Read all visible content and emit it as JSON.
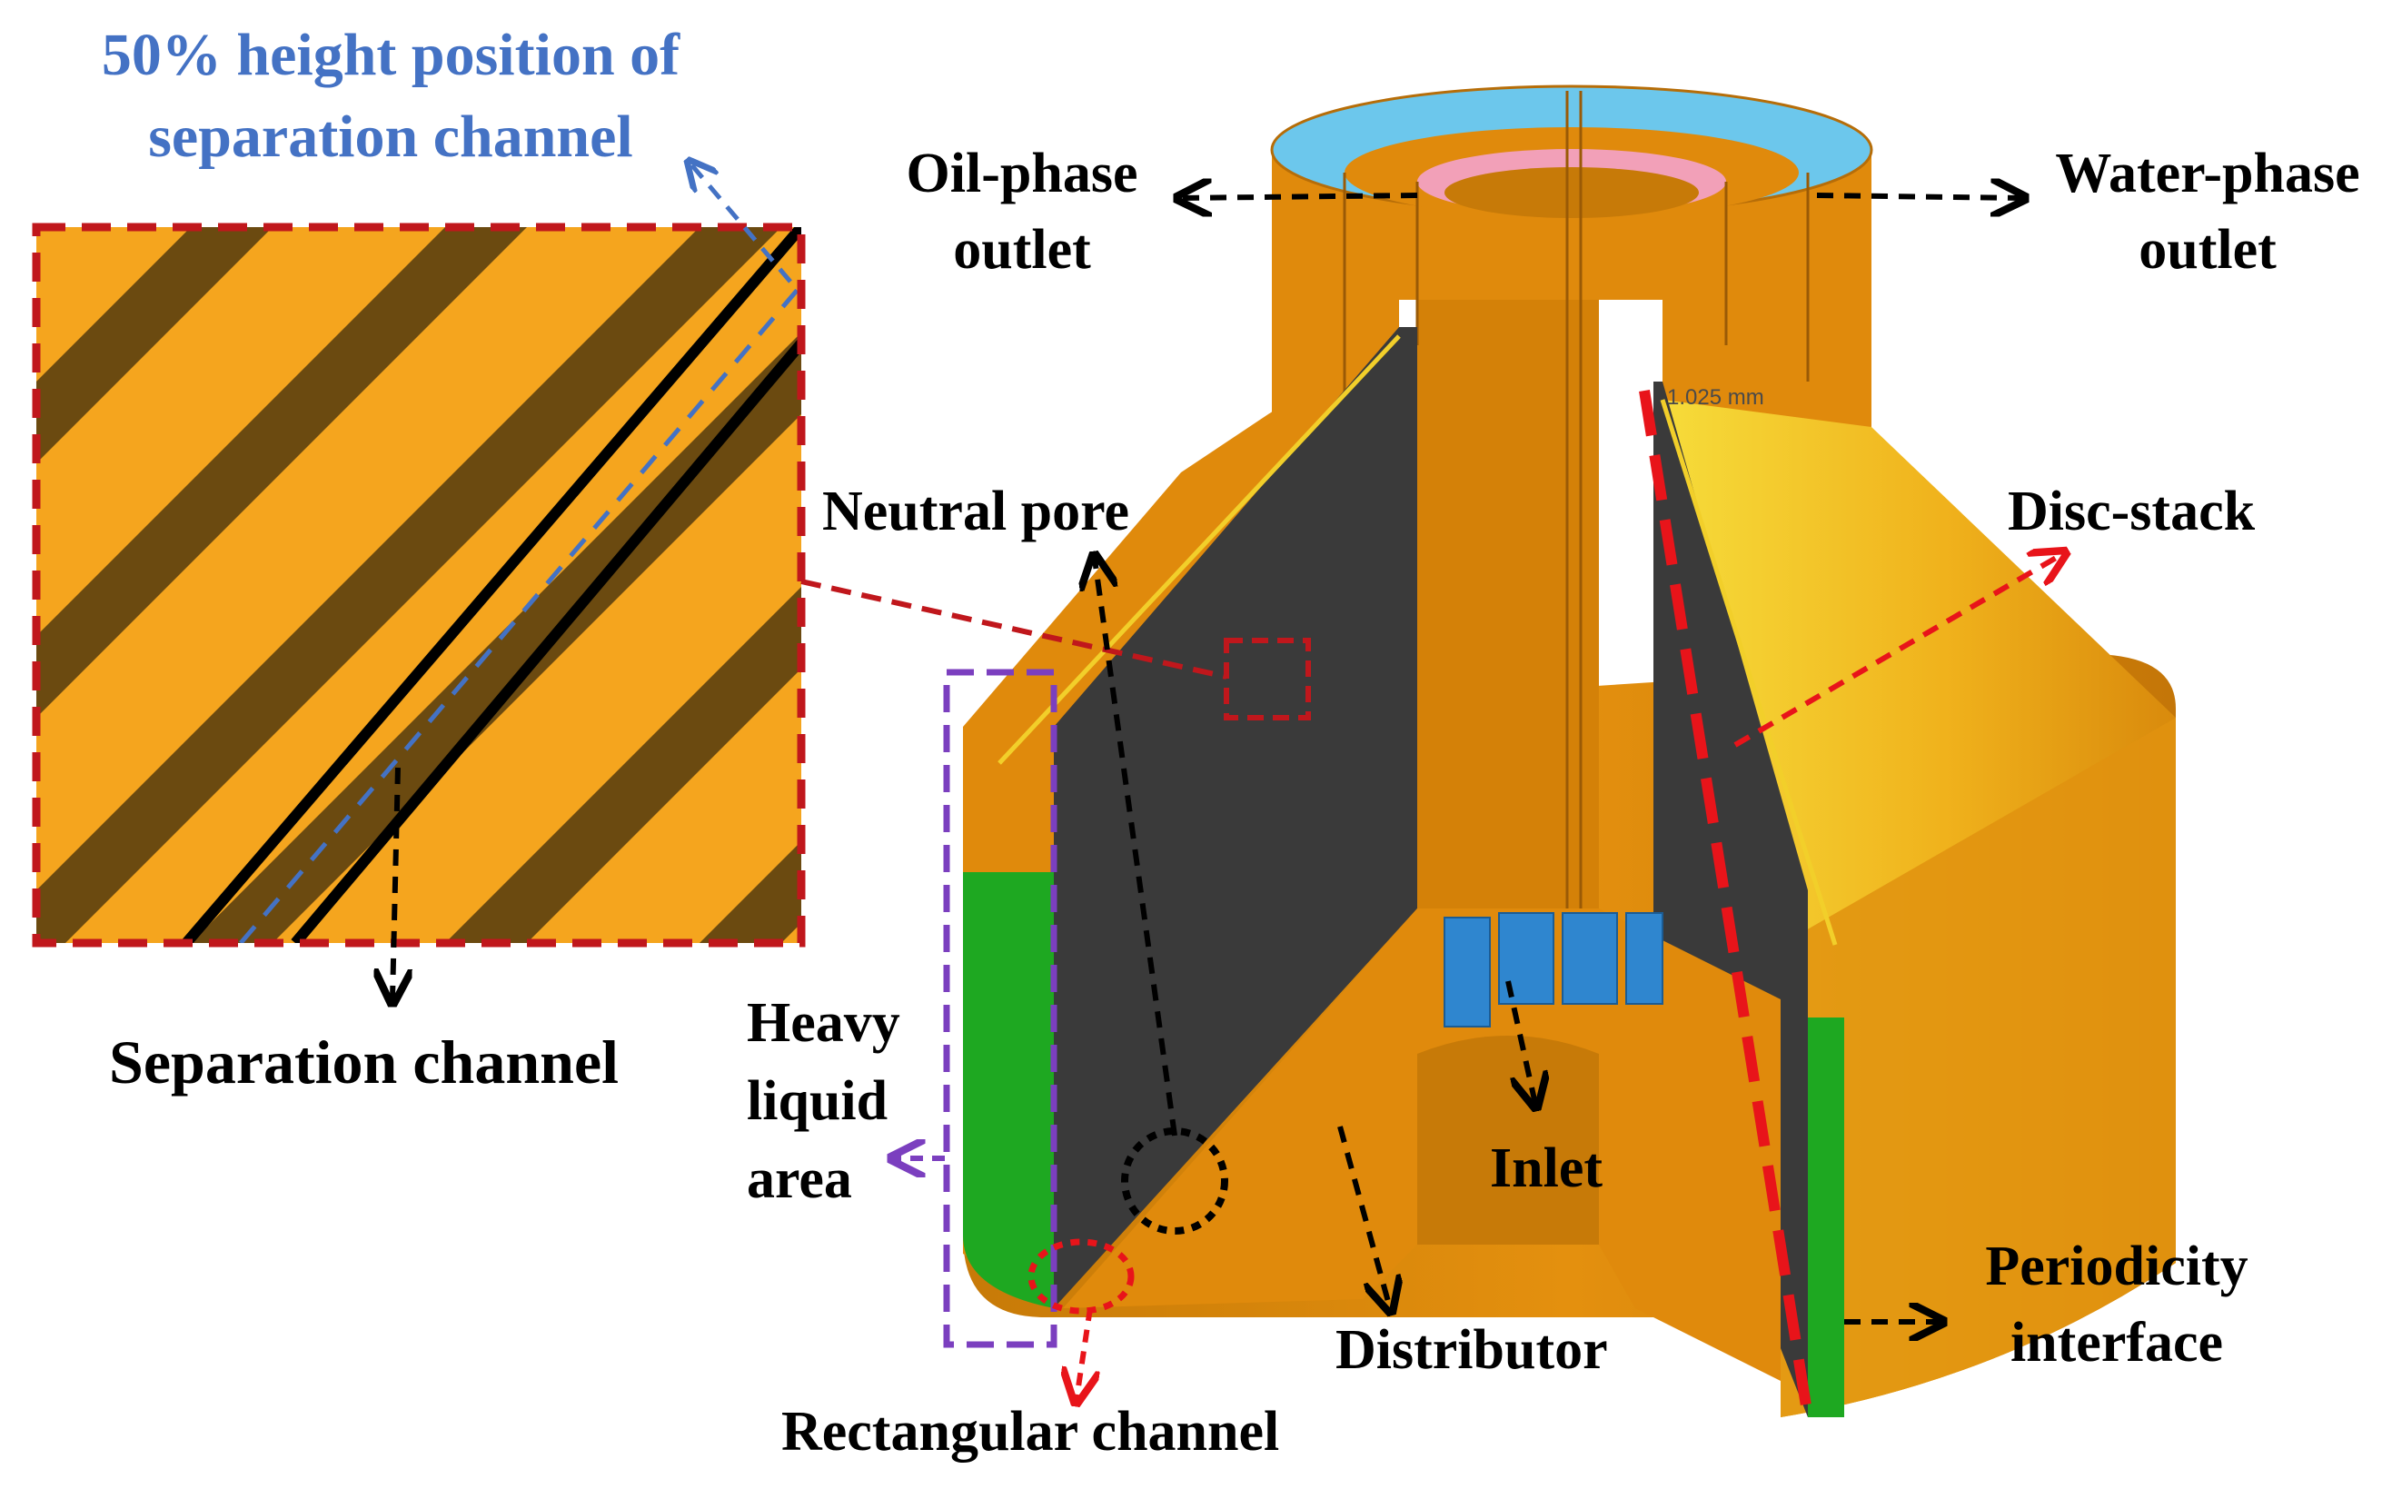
{
  "labels": {
    "height_position": [
      "50% height position of",
      "separation channel"
    ],
    "separation_channel": "Separation channel",
    "oil_outlet": [
      "Oil-phase",
      "outlet"
    ],
    "water_outlet": [
      "Water-phase",
      "outlet"
    ],
    "neutral_pore": "Neutral pore",
    "disc_stack": "Disc-stack",
    "heavy_liquid": [
      "Heavy",
      "liquid",
      "area"
    ],
    "inlet": "Inlet",
    "distributor": "Distributor",
    "rectangular_channel": "Rectangular channel",
    "periodicity": [
      "Periodicity",
      "interface"
    ],
    "dimension_text": "1.025 mm"
  },
  "colors": {
    "orange": "#e08a0c",
    "orange_light": "#f5a623",
    "orange_dark": "#b66d08",
    "yellow": "#f2cf2a",
    "cyan": "#6cc7ec",
    "blue": "#2f86cf",
    "pink": "#f2a0b8",
    "dark": "#3a3a3a",
    "green": "#1ea821",
    "stripe_dark": "#6b4a10",
    "red_dash": "#c0171c",
    "bright_red": "#e8141a",
    "purple": "#7b3fbf",
    "label_blue": "#4472c4"
  }
}
